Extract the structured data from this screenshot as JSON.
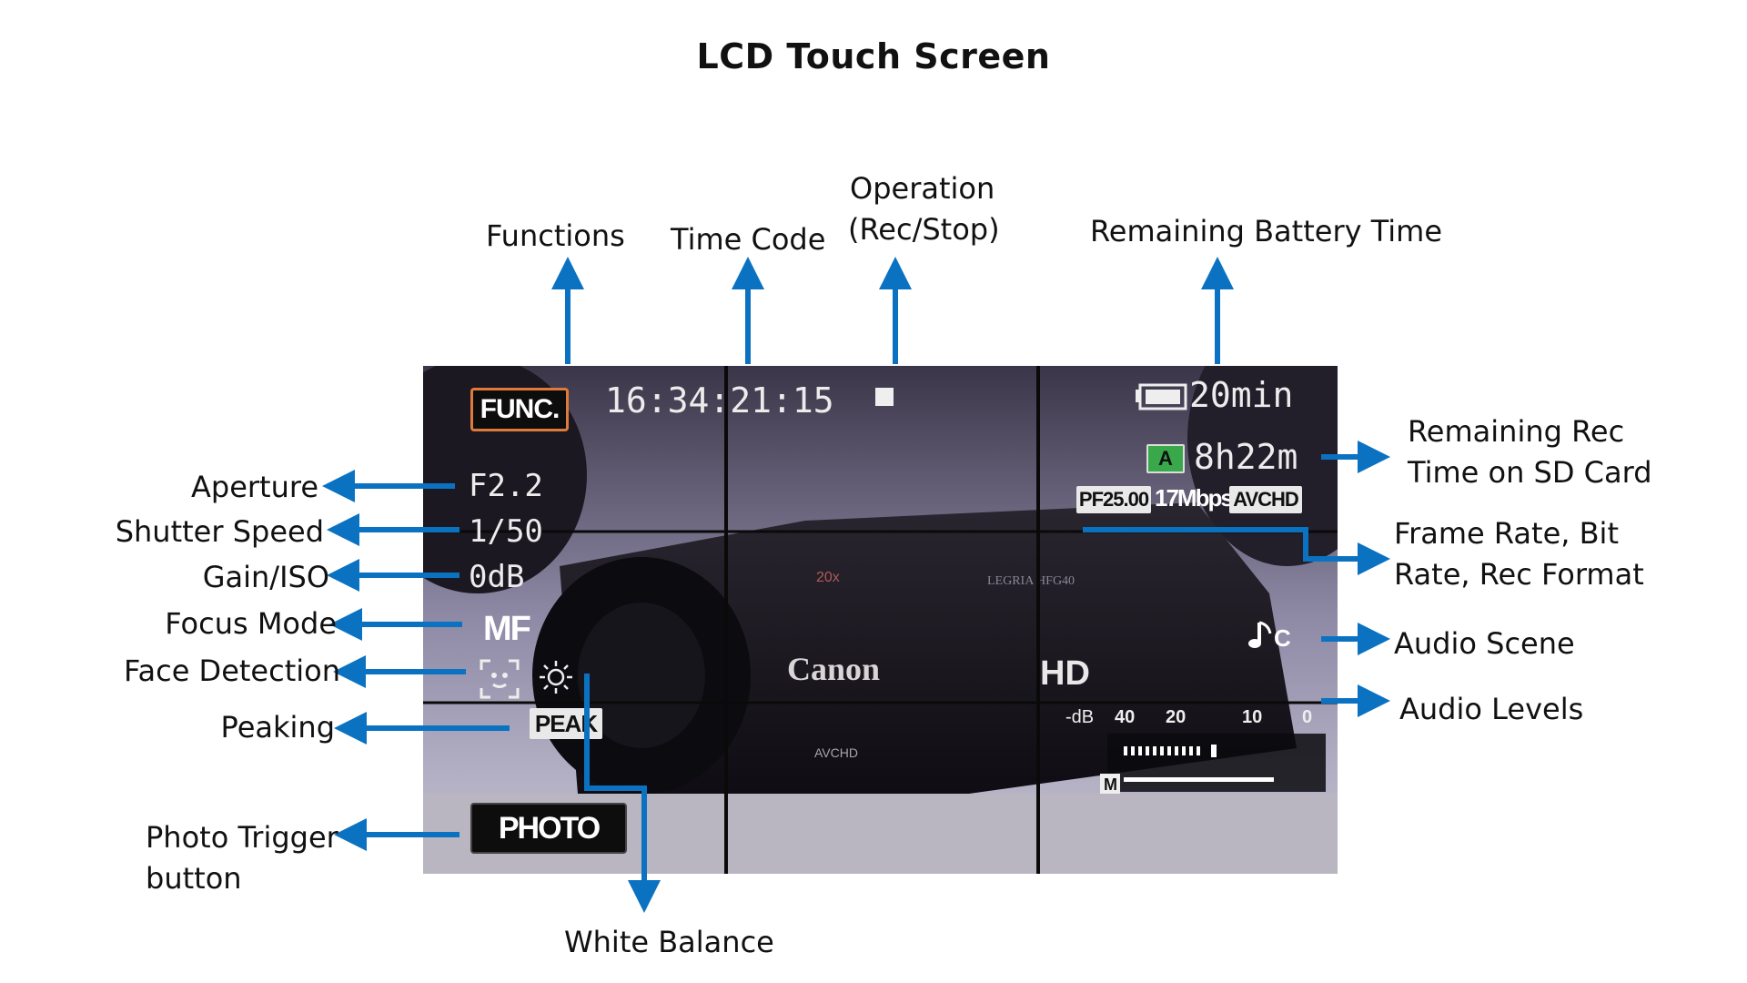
{
  "title": "LCD Touch Screen",
  "labels": {
    "functions": "Functions",
    "time_code": "Time Code",
    "operation_line1": "Operation",
    "operation_line2": "(Rec/Stop)",
    "battery": "Remaining Battery Time",
    "rec_time_line1": "Remaining Rec",
    "rec_time_line2": "Time on SD Card",
    "frame_rate_line1": "Frame Rate, Bit",
    "frame_rate_line2": "Rate, Rec Format",
    "audio_scene": "Audio Scene",
    "audio_levels": "Audio Levels",
    "aperture": "Aperture",
    "shutter": "Shutter Speed",
    "gain": "Gain/ISO",
    "focus": "Focus Mode",
    "face": "Face Detection",
    "peaking": "Peaking",
    "photo_line1": "Photo Trigger",
    "photo_line2": "button",
    "white_balance": "White Balance"
  },
  "screen": {
    "func_button": "FUNC.",
    "timecode": "16:34:21:15",
    "battery_time": "20min",
    "card_slot": "A",
    "rec_remaining": "8h22m",
    "frame_rate": "PF25.00",
    "bit_rate": "17Mbps",
    "rec_format": "AVCHD",
    "aperture": "F2.2",
    "shutter": "1/50",
    "gain": "0dB",
    "focus_mode": "MF",
    "peaking_tag": "PEAK",
    "photo_button": "PHOTO",
    "audio_scale": [
      "-dB",
      "40",
      "20",
      "10",
      "0"
    ],
    "audio_mic_mode": "M",
    "camera_brand": "Canon",
    "camera_model": "LEGRIA HFG40",
    "camera_zoom": "20x",
    "camera_hd": "HD",
    "camera_avchd": "AVCHD"
  },
  "icons": {
    "rec_stop": "stop-square-icon",
    "battery": "battery-icon",
    "audio_scene": "audio-scene-icon",
    "face_detection": "face-detection-icon",
    "white_balance": "sun-icon"
  },
  "colors": {
    "arrow": "#0b72c2",
    "func_border": "#e07a3a",
    "card_green": "#39a84a"
  }
}
